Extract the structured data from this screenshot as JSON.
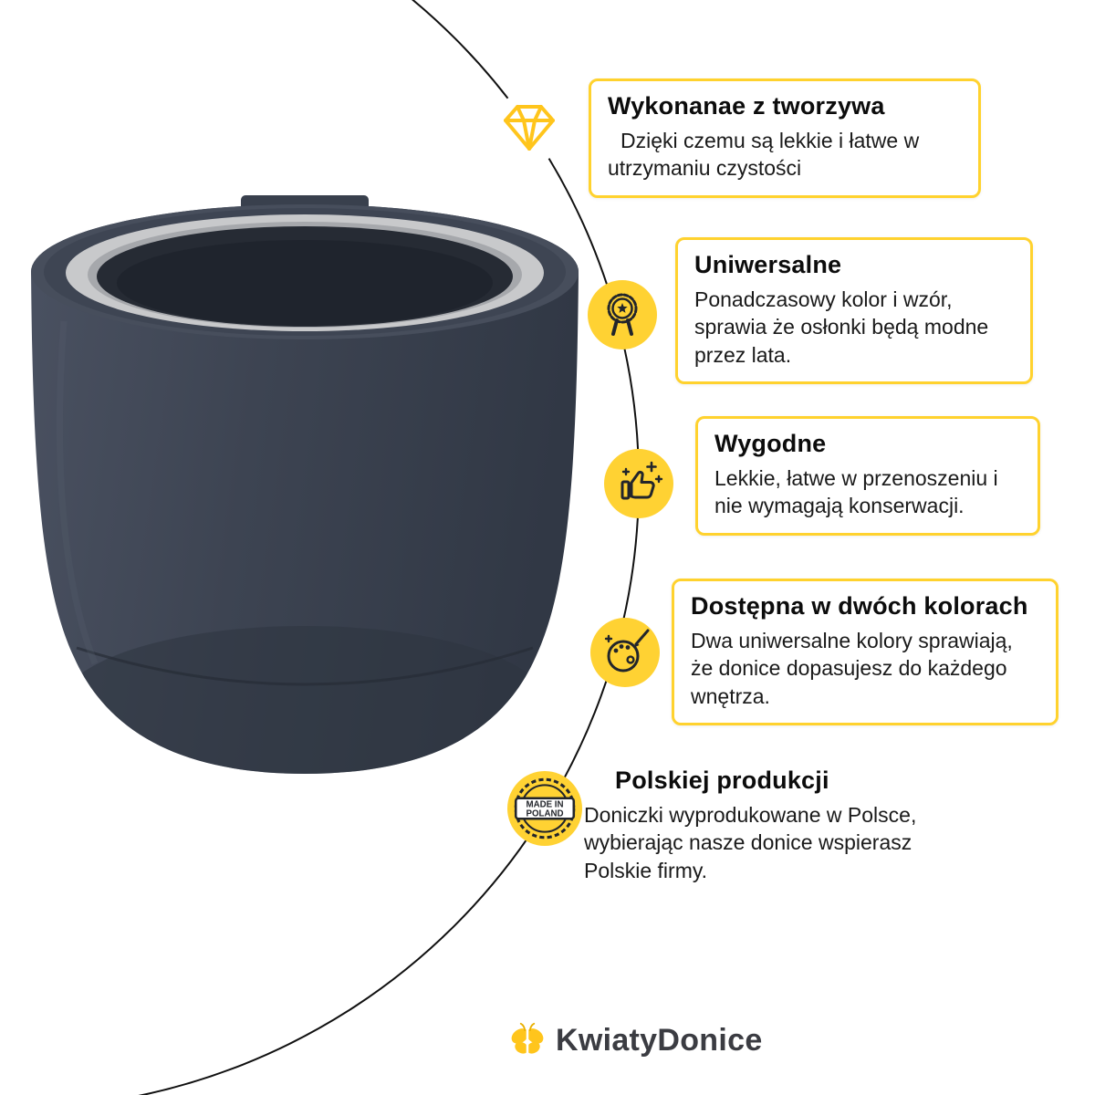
{
  "brand": {
    "name": "KwiatyDonice"
  },
  "features": [
    {
      "title": "Wykonanae z tworzywa",
      "description": "Dzięki czemu są lekkie i łatwe w utrzymaniu czystości",
      "icon": "gem-icon"
    },
    {
      "title": "Uniwersalne",
      "description": "Ponadczasowy kolor i wzór, sprawia że osłonki będą modne przez lata.",
      "icon": "medal-icon"
    },
    {
      "title": "Wygodne",
      "description": "Lekkie, łatwe w przenoszeniu i nie wymagają konserwacji.",
      "icon": "thumbs-up-icon"
    },
    {
      "title": "Dostępna w dwóch kolorach",
      "description": "Dwa uniwersalne kolory sprawiają, że donice dopasujesz do każdego wnętrza.",
      "icon": "palette-icon"
    },
    {
      "title": "Polskiej produkcji",
      "description": "Doniczki wyprodukowane w Polsce, wybierając nasze donice wspierasz Polskie firmy.",
      "icon": "made-in-poland-icon"
    }
  ],
  "stamp": {
    "line1": "MADE IN",
    "line2": "POLAND"
  },
  "colors": {
    "accent_yellow": "#FFD22E",
    "icon_yellow": "#FFD233",
    "gem_yellow": "#FFC51C",
    "pot_body": "#3D4452",
    "text_dark": "#161616"
  }
}
